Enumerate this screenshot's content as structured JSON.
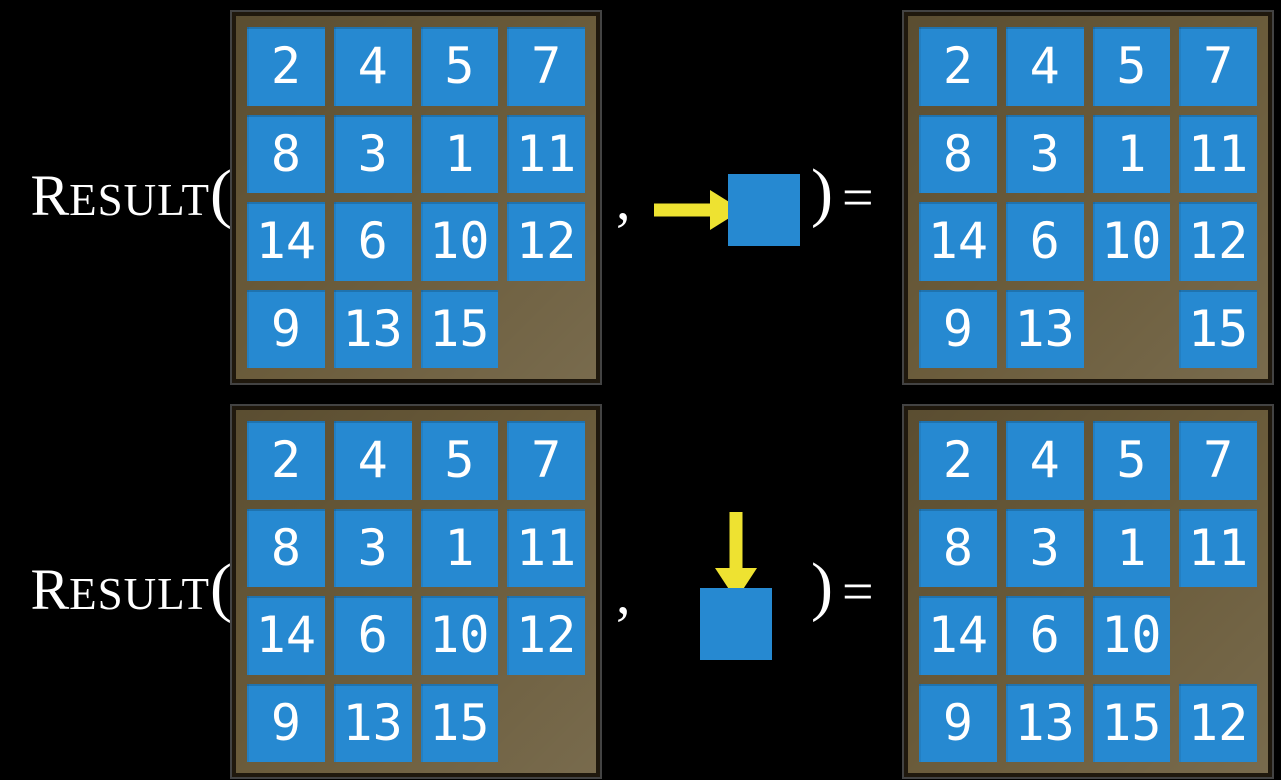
{
  "figure": {
    "function_name_initial": "R",
    "function_name_smallcaps": "ESULT",
    "open_paren": "(",
    "comma": ",",
    "close_paren": ")",
    "equals_sign": "="
  },
  "colors": {
    "background": "#000000",
    "tile_blue": "#2689d1",
    "frame_brown": "#695a39",
    "frame_border": "#1f180d",
    "arrow_yellow": "#eee231",
    "text": "#ffffff"
  },
  "examples": [
    {
      "action_icon": "arrow-right-into-tile",
      "input_grid": [
        [
          2,
          4,
          5,
          7
        ],
        [
          8,
          3,
          1,
          11
        ],
        [
          14,
          6,
          10,
          12
        ],
        [
          9,
          13,
          15,
          null
        ]
      ],
      "output_grid": [
        [
          2,
          4,
          5,
          7
        ],
        [
          8,
          3,
          1,
          11
        ],
        [
          14,
          6,
          10,
          12
        ],
        [
          9,
          13,
          null,
          15
        ]
      ]
    },
    {
      "action_icon": "arrow-down-into-tile",
      "input_grid": [
        [
          2,
          4,
          5,
          7
        ],
        [
          8,
          3,
          1,
          11
        ],
        [
          14,
          6,
          10,
          12
        ],
        [
          9,
          13,
          15,
          null
        ]
      ],
      "output_grid": [
        [
          2,
          4,
          5,
          7
        ],
        [
          8,
          3,
          1,
          11
        ],
        [
          14,
          6,
          10,
          null
        ],
        [
          9,
          13,
          15,
          12
        ]
      ]
    }
  ]
}
